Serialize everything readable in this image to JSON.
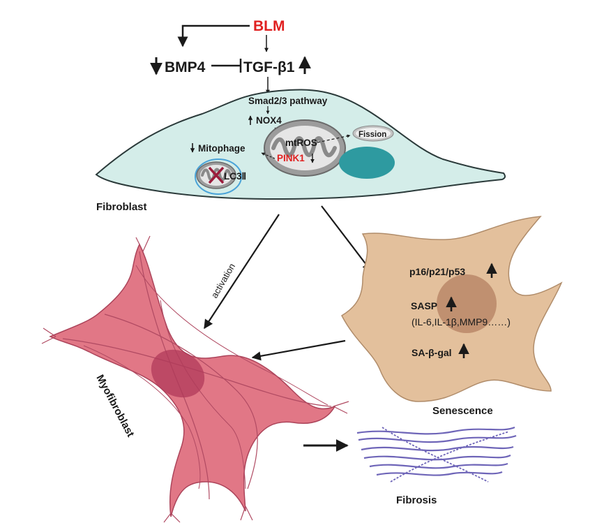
{
  "nodes": {
    "blm": "BLM",
    "bmp4": "BMP4",
    "tgfb1": "TGF-β1",
    "smad": "Smad2/3 pathway",
    "nox4": "NOX4",
    "mtros": "mtROS",
    "pink1": "PINK1",
    "fission": "Fission",
    "mitophage": "Mitophage",
    "lc3": "LC3Ⅱ",
    "fibroblast": "Fibroblast",
    "activation": "activation",
    "myofibroblast": "Myofibroblast",
    "senescence": "Senescence",
    "p16": "p16/p21/p53",
    "sasp": "SASP",
    "sasp_list": "(IL-6,IL-1β,MMP9……)",
    "sagal": "SA-β-gal",
    "fibrosis": "Fibrosis"
  },
  "colors": {
    "fibroblast_fill": "#d4ede9",
    "nucleus": "#2e9aa0",
    "myofibroblast": "#e07080",
    "senescence_cell": "#e3c09c",
    "highlight_red": "#e02020",
    "fibrosis_fiber": "#6e65b8"
  }
}
